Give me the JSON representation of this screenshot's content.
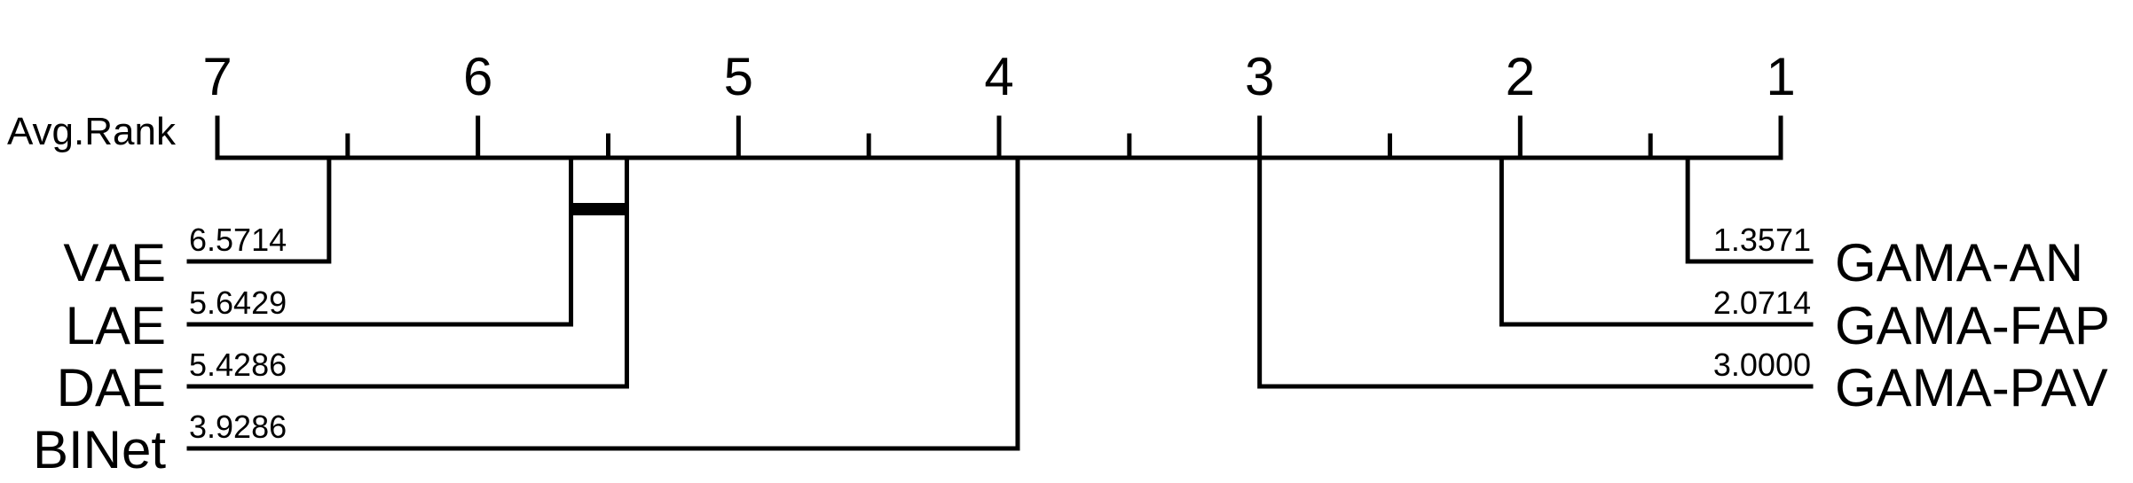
{
  "chart_data": {
    "type": "cd-diagram",
    "axis_label": "Avg.Rank",
    "axis_range": [
      7,
      1
    ],
    "ticks": [
      "7",
      "6",
      "5",
      "4",
      "3",
      "2",
      "1"
    ],
    "left_methods": [
      {
        "name": "VAE",
        "rank": 6.5714,
        "rank_label": "6.5714"
      },
      {
        "name": "LAE",
        "rank": 5.6429,
        "rank_label": "5.6429"
      },
      {
        "name": "DAE",
        "rank": 5.4286,
        "rank_label": "5.4286"
      },
      {
        "name": "BINet",
        "rank": 3.9286,
        "rank_label": "3.9286"
      }
    ],
    "right_methods": [
      {
        "name": "GAMA-AN",
        "rank": 1.3571,
        "rank_label": "1.3571"
      },
      {
        "name": "GAMA-FAP",
        "rank": 2.0714,
        "rank_label": "2.0714"
      },
      {
        "name": "GAMA-PAV",
        "rank": 3.0,
        "rank_label": "3.0000"
      }
    ],
    "cliques": [
      [
        5.6429,
        5.4286
      ]
    ]
  }
}
